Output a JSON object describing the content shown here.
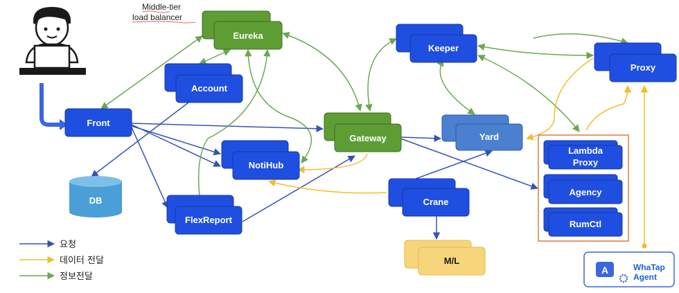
{
  "nodes": {
    "eureka": "Eureka",
    "account": "Account",
    "front": "Front",
    "db": "DB",
    "notihub": "NotiHub",
    "flexreport": "FlexReport",
    "gateway": "Gateway",
    "keeper": "Keeper",
    "yard": "Yard",
    "crane": "Crane",
    "ml": "M/L",
    "proxy": "Proxy",
    "lambda_line1": "Lambda",
    "lambda_line2": "Proxy",
    "agency": "Agency",
    "rumctl": "RumCtl",
    "whatap_line1": "WhaTap",
    "whatap_line2": "Agent"
  },
  "annotation": {
    "line1": "Middle-tier",
    "line2": "load balancer"
  },
  "legend": {
    "request": "요청",
    "data_transfer": "데이터 전달",
    "info_transfer": "정보전달"
  },
  "colors": {
    "blue_box": "#1f4fe0",
    "green_box": "#5e9d34",
    "request_arrow": "#3553b5",
    "data_arrow": "#f2bd2c",
    "info_arrow": "#6aa84f",
    "db": "#4a9fd8",
    "ml": "#f7d57a",
    "group_border": "#e07b39"
  }
}
